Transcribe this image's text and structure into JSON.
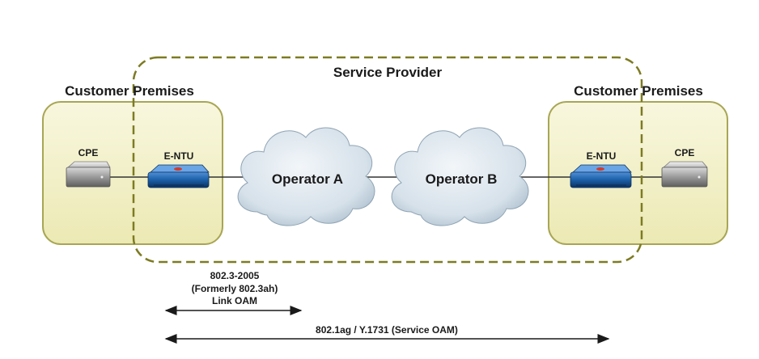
{
  "diagram": {
    "service_provider_label": "Service Provider",
    "customer_premises_left_label": "Customer Premises",
    "customer_premises_right_label": "Customer Premises",
    "cpe_left_label": "CPE",
    "entu_left_label": "E-NTU",
    "operator_a_label": "Operator A",
    "operator_b_label": "Operator B",
    "entu_right_label": "E-NTU",
    "cpe_right_label": "CPE",
    "link_oam_line1": "802.3-2005",
    "link_oam_line2": "(Formerly 802.3ah)",
    "link_oam_line3": "Link OAM",
    "service_oam_label": "802.1ag / Y.1731 (Service OAM)"
  },
  "colors": {
    "premises_fill": "#f4f2cc",
    "premises_stroke": "#9b9a3a",
    "service_provider_dash": "#7a7a20",
    "entu_blue": "#1b5fa8",
    "cloud_fill": "#dfe8ef"
  }
}
